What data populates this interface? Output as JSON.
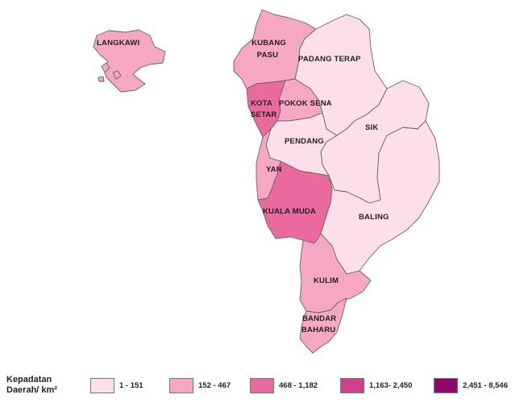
{
  "map": {
    "districts": [
      {
        "id": "langkawi",
        "label_lines": [
          "LANGKAWI"
        ],
        "density_class": 1
      },
      {
        "id": "kubang-pasu",
        "label_lines": [
          "KUBANG",
          "PASU"
        ],
        "density_class": 1
      },
      {
        "id": "padang-terap",
        "label_lines": [
          "PADANG TERAP"
        ],
        "density_class": 0
      },
      {
        "id": "pokok-sena",
        "label_lines": [
          "POKOK SENA"
        ],
        "density_class": 1
      },
      {
        "id": "kota-setar",
        "label_lines": [
          "KOTA",
          "SETAR"
        ],
        "density_class": 2
      },
      {
        "id": "pendang",
        "label_lines": [
          "PENDANG"
        ],
        "density_class": 0
      },
      {
        "id": "sik",
        "label_lines": [
          "SIK"
        ],
        "density_class": 0
      },
      {
        "id": "yan",
        "label_lines": [
          "YAN"
        ],
        "density_class": 1
      },
      {
        "id": "kuala-muda",
        "label_lines": [
          "KUALA MUDA"
        ],
        "density_class": 2
      },
      {
        "id": "baling",
        "label_lines": [
          "BALING"
        ],
        "density_class": 0
      },
      {
        "id": "kulim",
        "label_lines": [
          "KULIM"
        ],
        "density_class": 1
      },
      {
        "id": "bandar-baharu",
        "label_lines": [
          "BANDAR",
          "BAHARU"
        ],
        "density_class": 1
      }
    ]
  },
  "legend": {
    "title_lines": [
      "Kepadatan",
      "Daerah/ km²"
    ],
    "classes": [
      {
        "label": "1 - 151",
        "color": "#fcdfe9"
      },
      {
        "label": "152 - 467",
        "color": "#f5a7c3"
      },
      {
        "label": "468 - 1,182",
        "color": "#eb6a9d"
      },
      {
        "label": "1,163- 2,450",
        "color": "#d23f8a"
      },
      {
        "label": "2,451 - 8,546",
        "color": "#8d0a6b"
      }
    ]
  }
}
